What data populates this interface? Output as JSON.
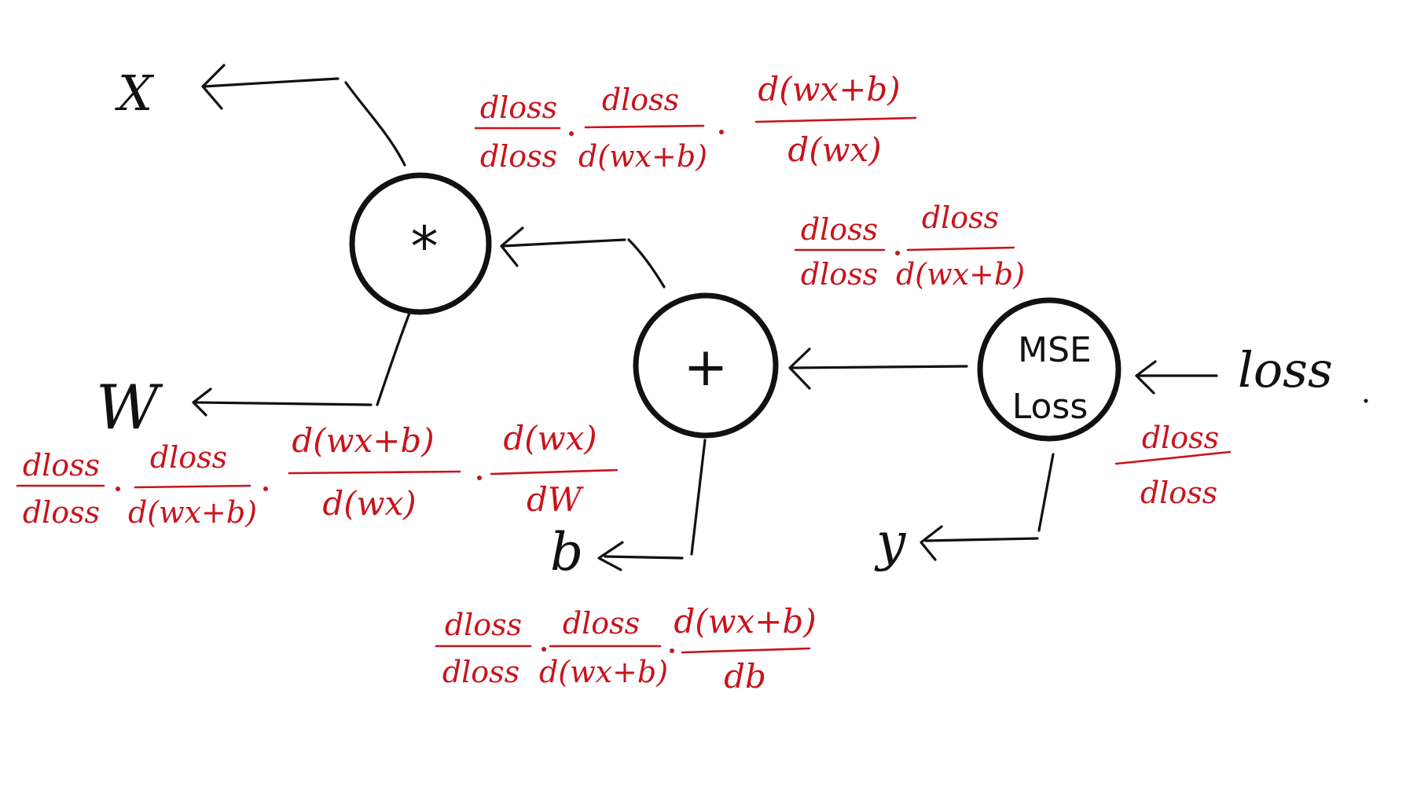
{
  "diagram": {
    "colors": {
      "ink": "#111111",
      "gradient": "#c8141c",
      "background": "#ffffff"
    },
    "nodes": {
      "multiply": {
        "symbol": "*"
      },
      "add": {
        "symbol": "+"
      },
      "mse": {
        "line1": "MSE",
        "line2": "Loss"
      }
    },
    "inputs": {
      "x": "X",
      "w": "W",
      "b": "b",
      "y": "y",
      "loss": "loss"
    },
    "gradients": {
      "loss_self": {
        "num": "dloss",
        "den": "dloss"
      },
      "add_out": {
        "f1": {
          "num": "dloss",
          "den": "dloss"
        },
        "f2": {
          "num": "dloss",
          "den": "d(wx+b)"
        }
      },
      "mul_out": {
        "f1": {
          "num": "dloss",
          "den": "dloss"
        },
        "f2": {
          "num": "dloss",
          "den": "d(wx+b)"
        },
        "f3": {
          "num": "d(wx+b)",
          "den": "d(wx)"
        }
      },
      "w_grad": {
        "f1": {
          "num": "dloss",
          "den": "dloss"
        },
        "f2": {
          "num": "dloss",
          "den": "d(wx+b)"
        },
        "f3": {
          "num": "d(wx+b)",
          "den": "d(wx)"
        },
        "f4": {
          "num": "d(wx)",
          "den": "dW"
        }
      },
      "b_grad": {
        "f1": {
          "num": "dloss",
          "den": "dloss"
        },
        "f2": {
          "num": "dloss",
          "den": "d(wx+b)"
        },
        "f3": {
          "num": "d(wx+b)",
          "den": "db"
        }
      }
    }
  }
}
